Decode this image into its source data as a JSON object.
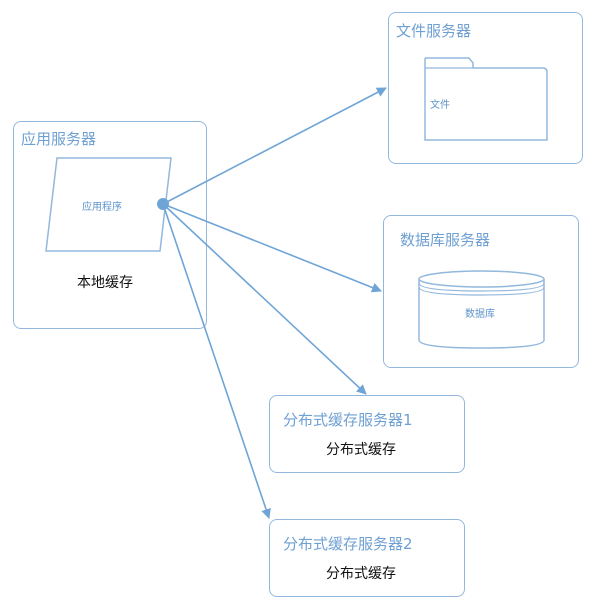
{
  "app_server": {
    "title": "应用服务器",
    "program_label": "应用程序",
    "local_cache_label": "本地缓存"
  },
  "file_server": {
    "title": "文件服务器",
    "file_label": "文件"
  },
  "db_server": {
    "title": "数据库服务器",
    "db_label": "数据库"
  },
  "cache_server_1": {
    "title": "分布式缓存服务器1",
    "content_label": "分布式缓存"
  },
  "cache_server_2": {
    "title": "分布式缓存服务器2",
    "content_label": "分布式缓存"
  },
  "colors": {
    "border": "#93b8dd",
    "title_text": "#6fa0d2",
    "arrow": "#6fa5d6",
    "body_text": "#111111"
  }
}
